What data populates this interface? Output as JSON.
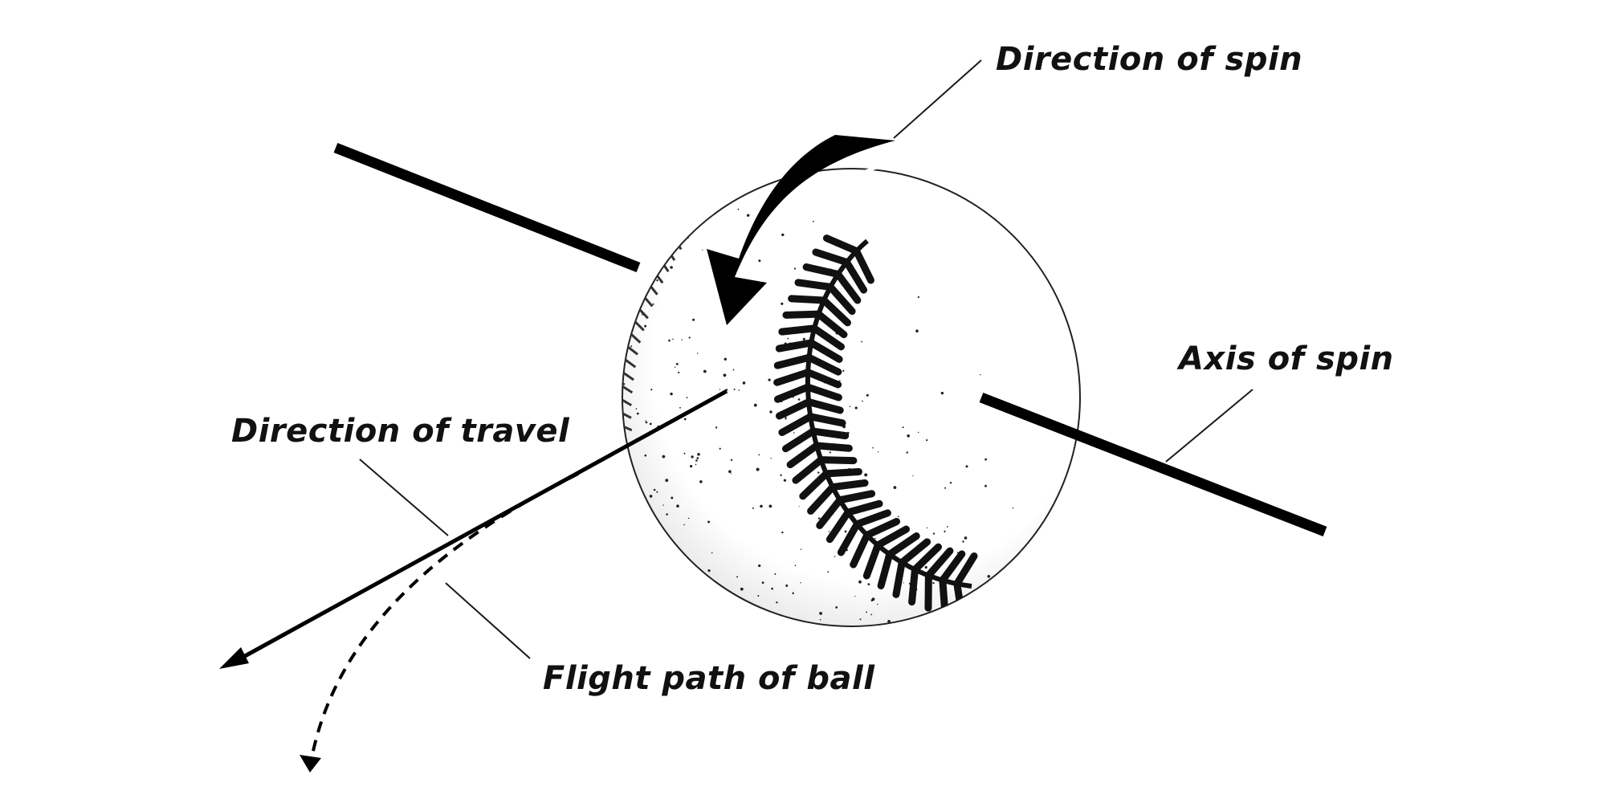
{
  "labels": {
    "direction_of_spin": "Direction of spin",
    "axis_of_spin": "Axis of spin",
    "direction_of_travel": "Direction of travel",
    "flight_path_of_ball": "Flight path of ball"
  },
  "colors": {
    "ink": "#000000",
    "background": "#ffffff",
    "ball_shadow": "#d9d9d9",
    "stitch": "#111111"
  },
  "icons": {
    "ball": "baseball-icon",
    "spin_arrow": "curved-arrow-icon",
    "travel_arrow": "arrow-left-down-icon",
    "flight_path_arrow": "dashed-curve-arrow-icon"
  }
}
